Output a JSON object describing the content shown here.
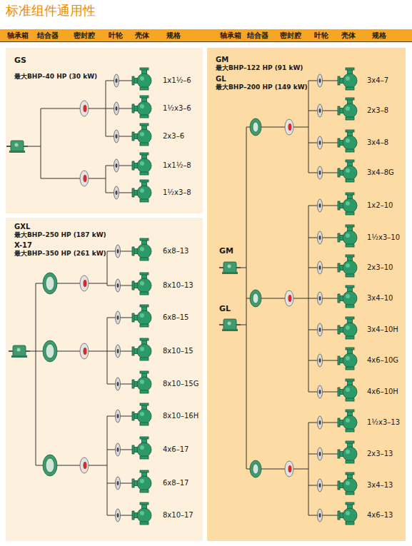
{
  "diagram": {
    "title": "标准组件通用性",
    "nodes": [
      {
        "text": [
          "GS",
          "最大BHP–40 HP (30 kW)"
        ]
      },
      {
        "text": [
          "GXL",
          "最大BHP–250 HP (187 kW)",
          "X-17",
          "最大BHP–350 HP (261 kW)"
        ]
      },
      {
        "text": [
          "GM",
          "最大BHP–122 HP (91 kW)",
          "GL",
          "最大BHP–200 HP (149 kW)"
        ]
      }
    ],
    "labels": [
      "轴承箱",
      "结合器",
      "密封腔",
      "叶轮",
      "壳体",
      "规格",
      "轴承箱",
      "结合器",
      "密封腔",
      "叶轮",
      "壳体",
      "规格",
      "1x1½–6",
      "1½x3–6",
      "2x3–6",
      "1x1½–8",
      "1½x3–8",
      "6x8–13",
      "8x10–13",
      "6x8–15",
      "8x10–15",
      "8x10–15G",
      "8x10–16H",
      "4x6–17",
      "6x8–17",
      "8x10–17",
      "3x4–7",
      "2x3–8",
      "3x4–8",
      "3x4–8G",
      "1x2–10",
      "1½x3–10",
      "2x3–10",
      "3x4–10",
      "3x4–10H",
      "4x6–10G",
      "4x6–10H",
      "1½x3–13",
      "2x3–13",
      "3x4–13",
      "4x6–13",
      "GM",
      "GL"
    ]
  }
}
